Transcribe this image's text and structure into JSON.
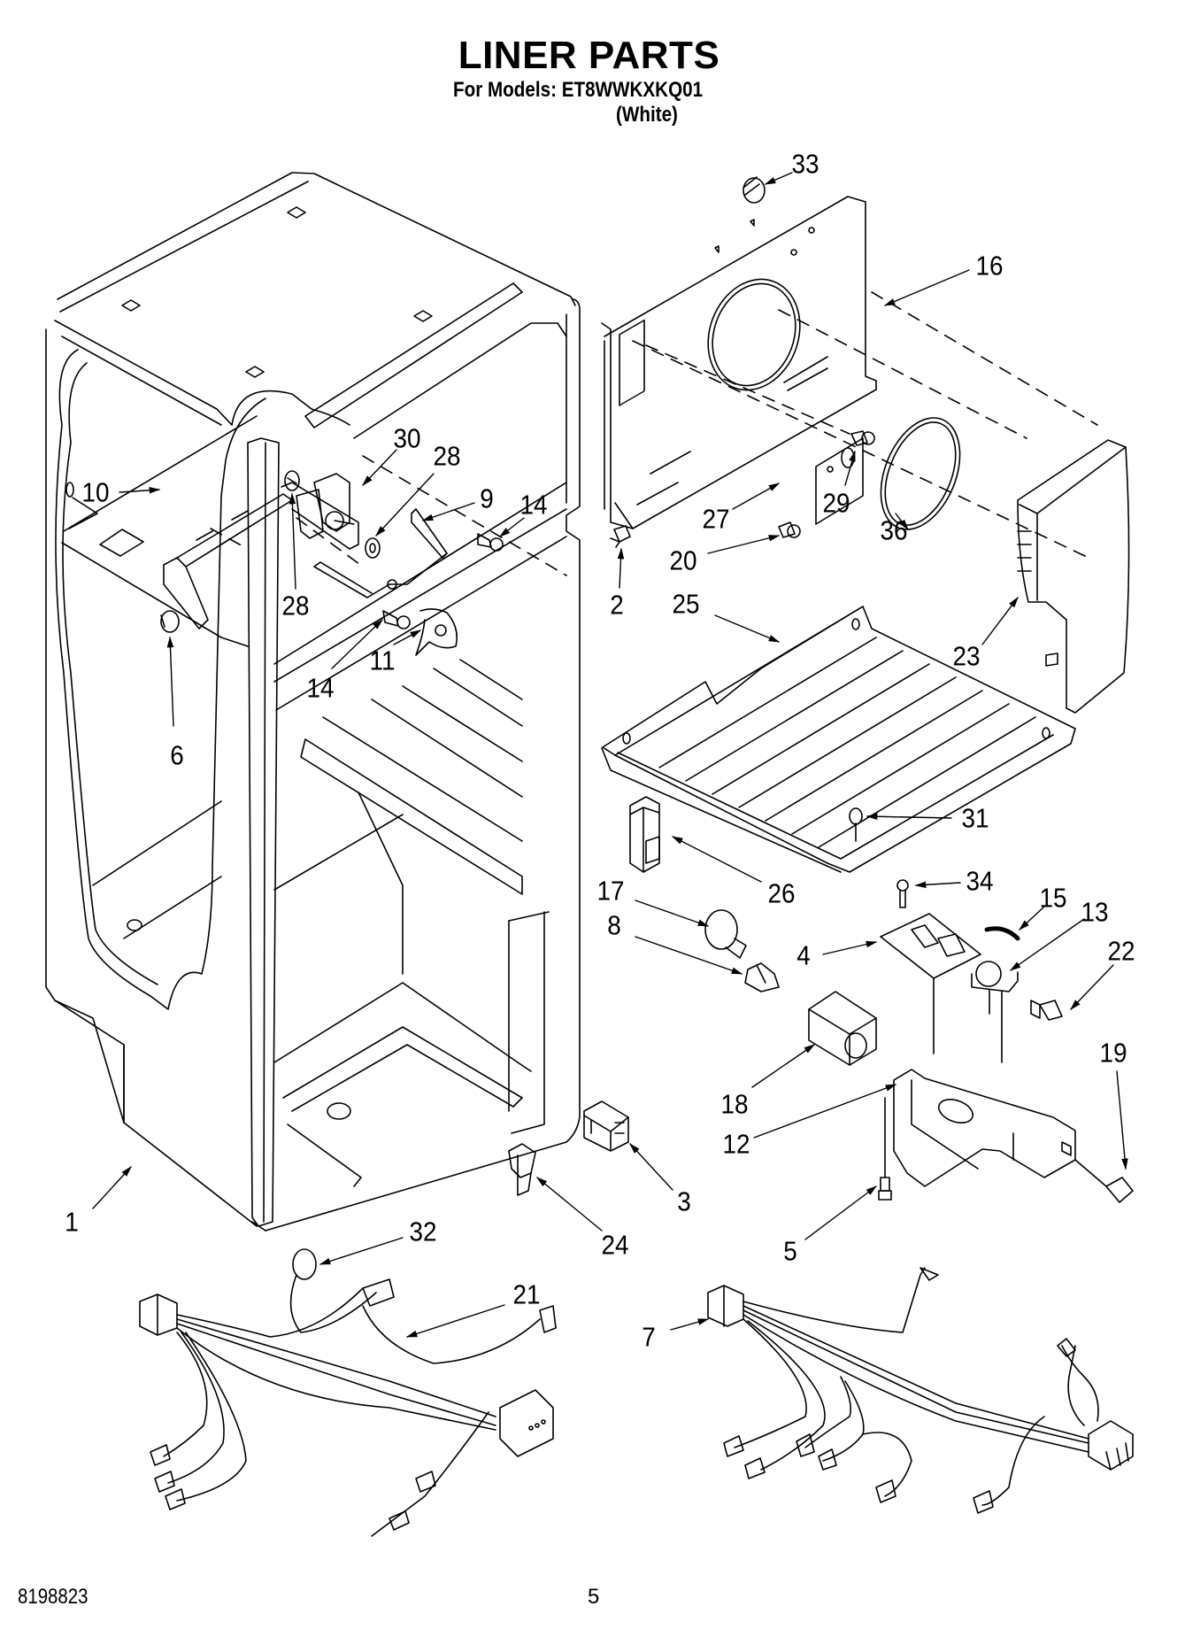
{
  "header": {
    "title": "LINER PARTS",
    "models_line": "For Models: ET8WWKXKQ01",
    "color_line": "(White)"
  },
  "footer": {
    "document_number": "8198823",
    "page_number": "5"
  },
  "diagram": {
    "line_color": "#000000",
    "background": "#ffffff",
    "callouts": [
      {
        "id": "c33",
        "label": "33",
        "part": "33"
      },
      {
        "id": "c16",
        "label": "16",
        "part": "16"
      },
      {
        "id": "c10",
        "label": "10",
        "part": "10"
      },
      {
        "id": "c30",
        "label": "30",
        "part": "30"
      },
      {
        "id": "c28a",
        "label": "28",
        "part": "28"
      },
      {
        "id": "c9",
        "label": "9",
        "part": "9"
      },
      {
        "id": "c14a",
        "label": "14",
        "part": "14"
      },
      {
        "id": "c28b",
        "label": "28",
        "part": "28"
      },
      {
        "id": "c14b",
        "label": "14",
        "part": "14"
      },
      {
        "id": "c11",
        "label": "11",
        "part": "11"
      },
      {
        "id": "c6",
        "label": "6",
        "part": "6"
      },
      {
        "id": "c2",
        "label": "2",
        "part": "2"
      },
      {
        "id": "c27",
        "label": "27",
        "part": "27"
      },
      {
        "id": "c29",
        "label": "29",
        "part": "29"
      },
      {
        "id": "c20",
        "label": "20",
        "part": "20"
      },
      {
        "id": "c36",
        "label": "36",
        "part": "36"
      },
      {
        "id": "c25",
        "label": "25",
        "part": "25"
      },
      {
        "id": "c23",
        "label": "23",
        "part": "23"
      },
      {
        "id": "c31",
        "label": "31",
        "part": "31"
      },
      {
        "id": "c26",
        "label": "26",
        "part": "26"
      },
      {
        "id": "c34",
        "label": "34",
        "part": "34"
      },
      {
        "id": "c17",
        "label": "17",
        "part": "17"
      },
      {
        "id": "c15",
        "label": "15",
        "part": "15"
      },
      {
        "id": "c13",
        "label": "13",
        "part": "13"
      },
      {
        "id": "c8",
        "label": "8",
        "part": "8"
      },
      {
        "id": "c22",
        "label": "22",
        "part": "22"
      },
      {
        "id": "c4",
        "label": "4",
        "part": "4"
      },
      {
        "id": "c19",
        "label": "19",
        "part": "19"
      },
      {
        "id": "c18",
        "label": "18",
        "part": "18"
      },
      {
        "id": "c12",
        "label": "12",
        "part": "12"
      },
      {
        "id": "c3",
        "label": "3",
        "part": "3"
      },
      {
        "id": "c1",
        "label": "1",
        "part": "1"
      },
      {
        "id": "c5",
        "label": "5",
        "part": "5"
      },
      {
        "id": "c24",
        "label": "24",
        "part": "24"
      },
      {
        "id": "c32",
        "label": "32",
        "part": "32"
      },
      {
        "id": "c21",
        "label": "21",
        "part": "21"
      },
      {
        "id": "c7",
        "label": "7",
        "part": "7"
      }
    ]
  }
}
